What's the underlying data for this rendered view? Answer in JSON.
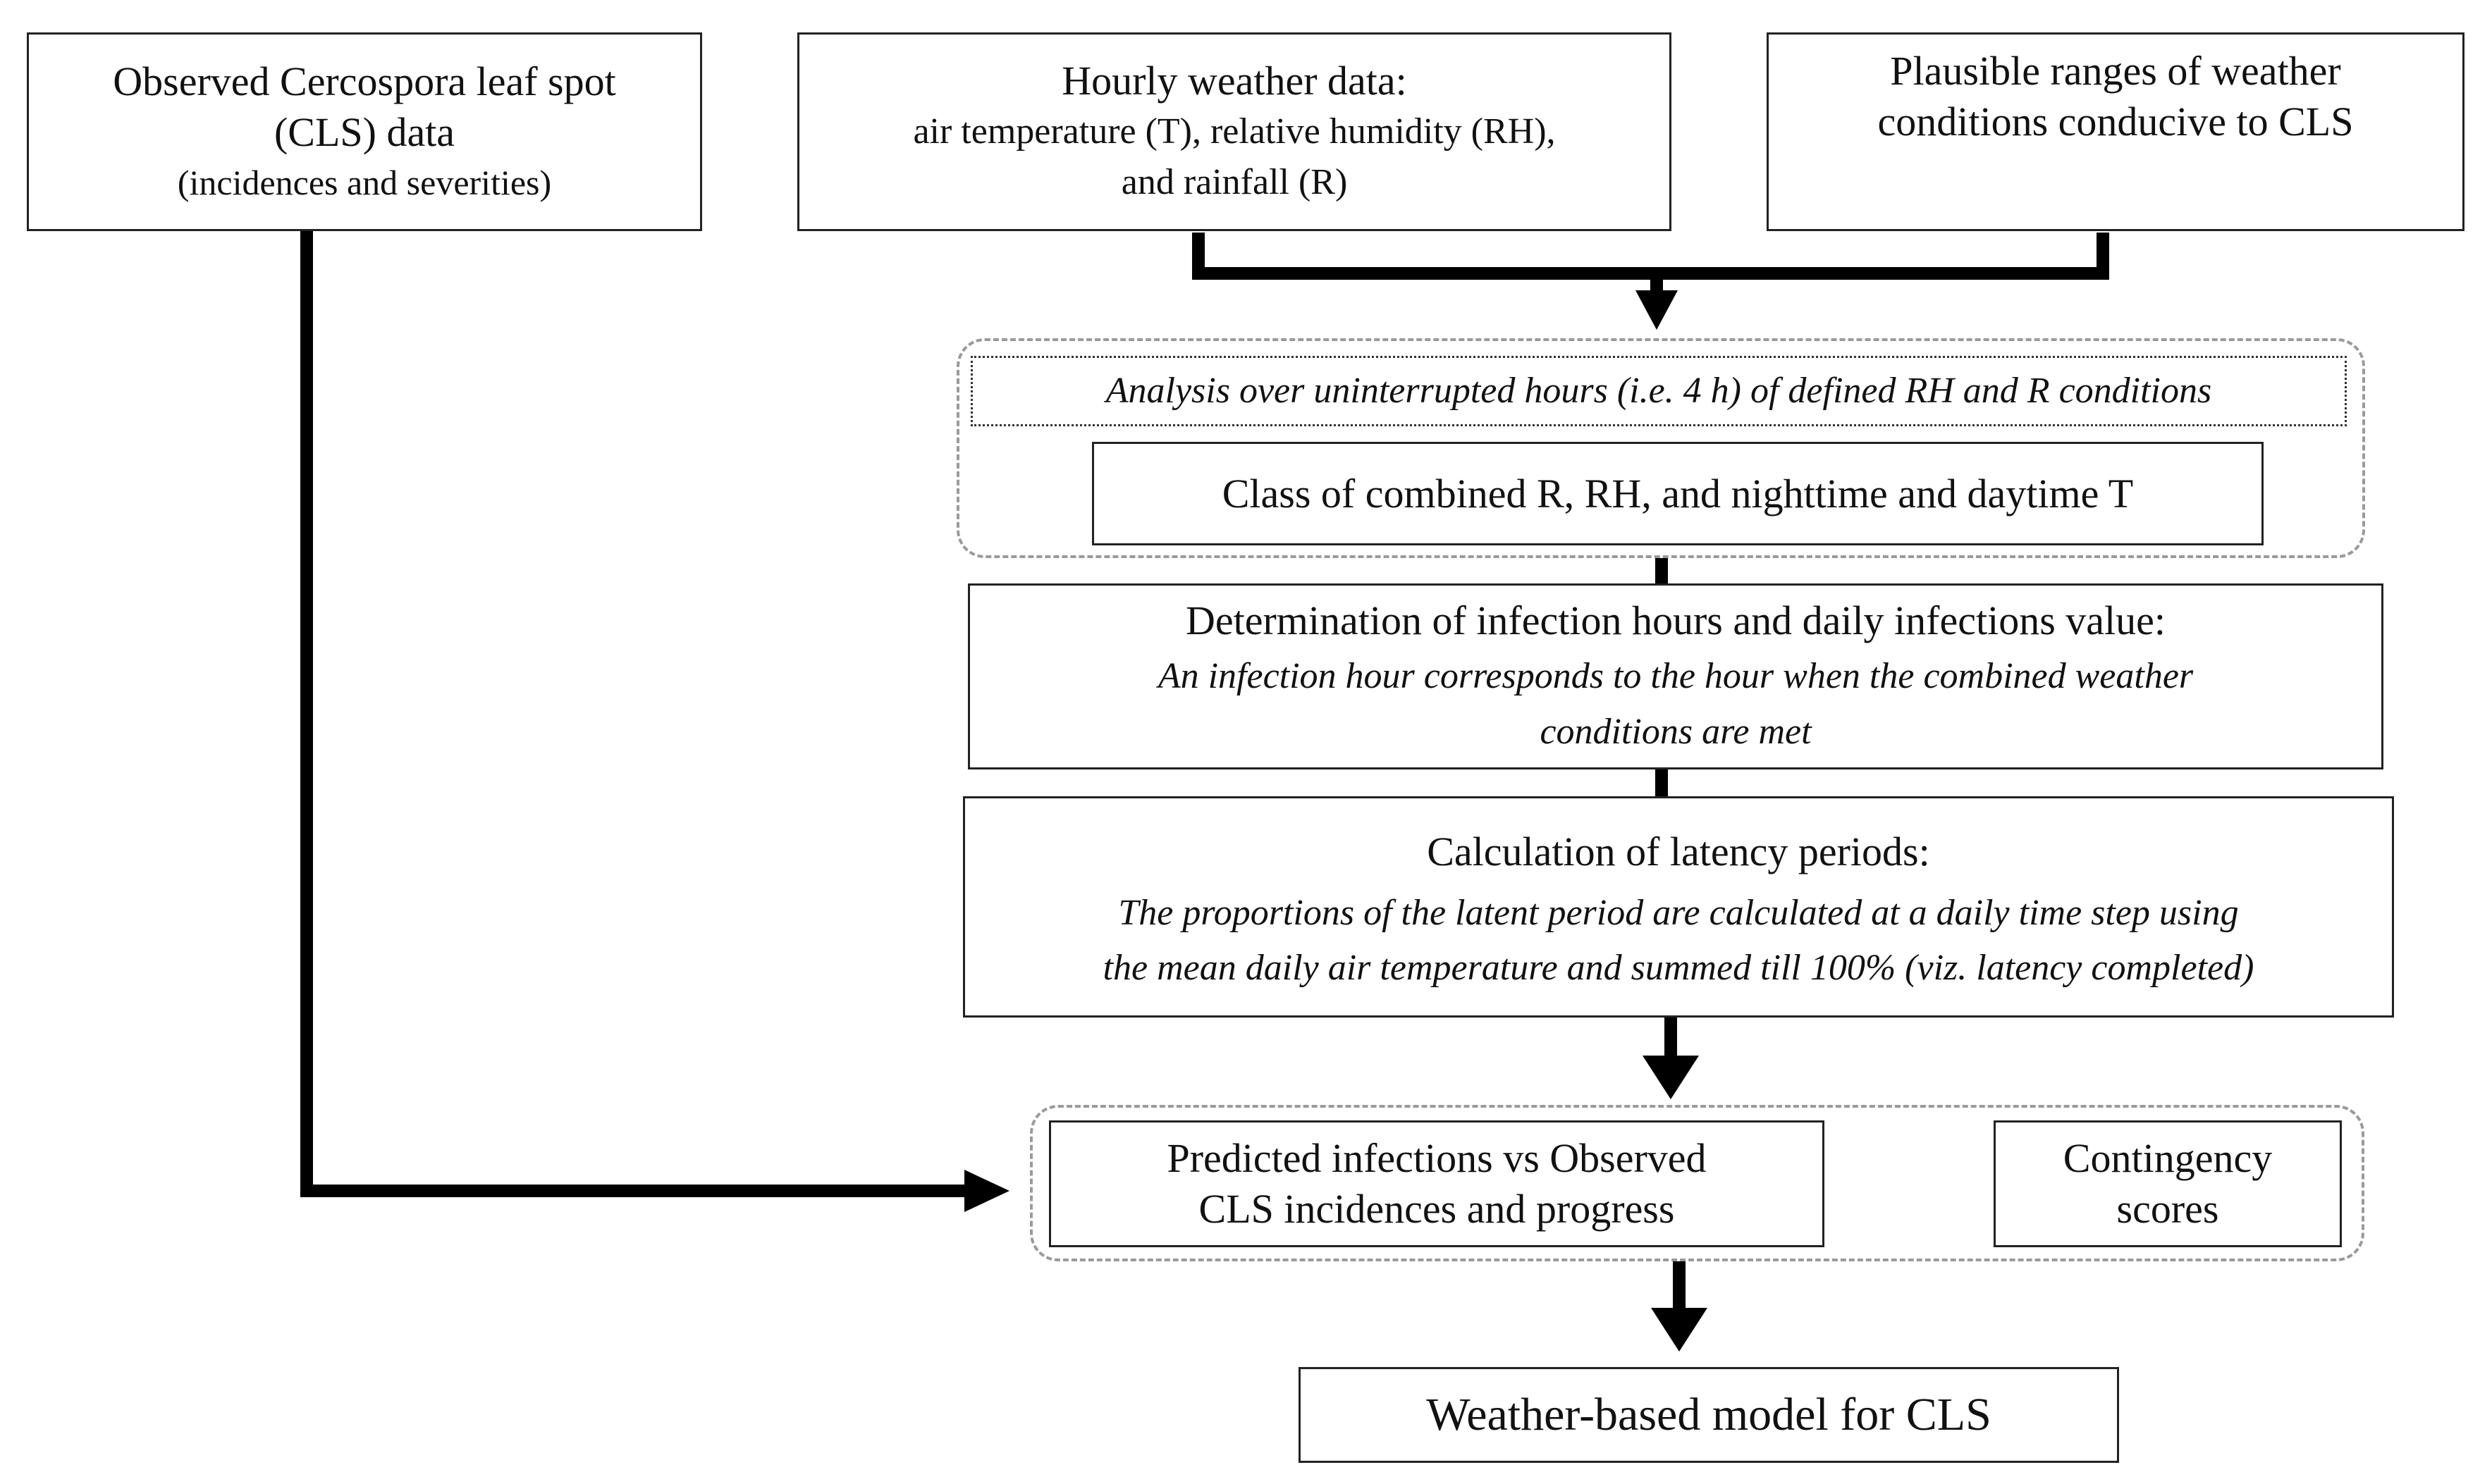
{
  "nodes": {
    "observed_cls": {
      "lines": [
        "Observed Cercospora leaf spot",
        "(CLS) data",
        "(incidences and severities)"
      ]
    },
    "weather_data": {
      "lines": [
        "Hourly weather data:",
        "air temperature (T), relative humidity (RH),",
        "and rainfall (R)"
      ]
    },
    "plausible_ranges": {
      "lines": [
        "Plausible ranges of weather",
        "conditions conducive to CLS"
      ]
    },
    "analysis": {
      "text": "Analysis over uninterrupted hours (i.e. 4 h) of defined RH and R conditions"
    },
    "class_combined": {
      "text": "Class of combined R, RH, and nighttime and daytime T"
    },
    "determination": {
      "title": "Determination of infection hours and daily infections value:",
      "lines": [
        "An infection hour corresponds to the hour when the combined weather",
        "conditions are met"
      ]
    },
    "latency": {
      "title": "Calculation of latency periods:",
      "lines": [
        "The proportions of the latent period are calculated at a daily time step using",
        "the mean daily air temperature and summed till 100% (viz. latency completed)"
      ]
    },
    "predicted_vs_observed": {
      "lines": [
        "Predicted infections vs Observed",
        "CLS incidences and progress"
      ]
    },
    "contingency": {
      "lines": [
        "Contingency",
        "scores"
      ]
    },
    "final_model": {
      "text": "Weather-based model for CLS"
    }
  },
  "colors": {
    "line": "#000000",
    "border": "#222222",
    "dashed_group": "#9a9a9a",
    "background": "#ffffff"
  }
}
